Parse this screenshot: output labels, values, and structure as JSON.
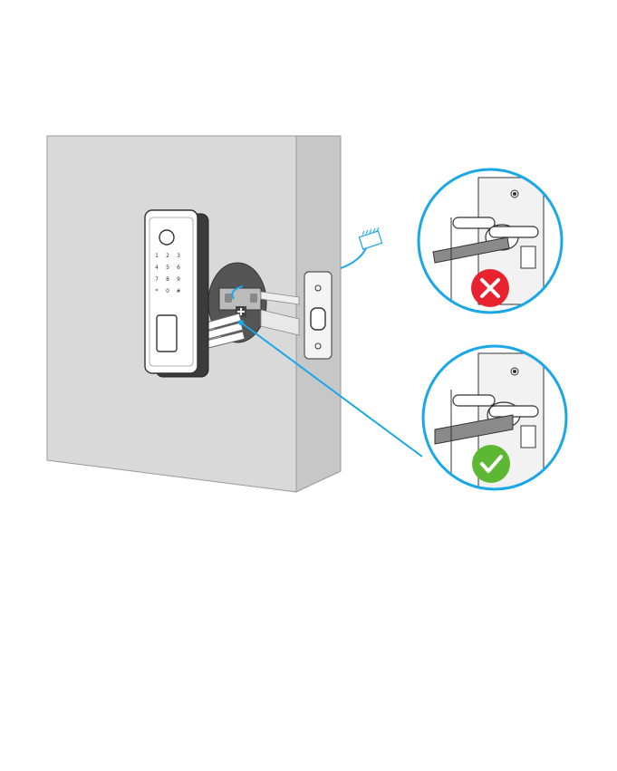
{
  "keypad": {
    "keys": [
      "1",
      "2",
      "3",
      "4",
      "5",
      "6",
      "7",
      "8",
      "9",
      "*",
      "0",
      "#"
    ]
  },
  "callouts": [
    {
      "id": "wrong",
      "status": "incorrect",
      "icon": "x-mark-icon",
      "color": "#e8232f"
    },
    {
      "id": "right",
      "status": "correct",
      "icon": "check-mark-icon",
      "color": "#5cb833"
    }
  ],
  "colors": {
    "accent": "#1aa7e8",
    "door_face": "#d9d9d9",
    "door_edge": "#c7c7c7",
    "error": "#e8232f",
    "success": "#5cb833"
  }
}
